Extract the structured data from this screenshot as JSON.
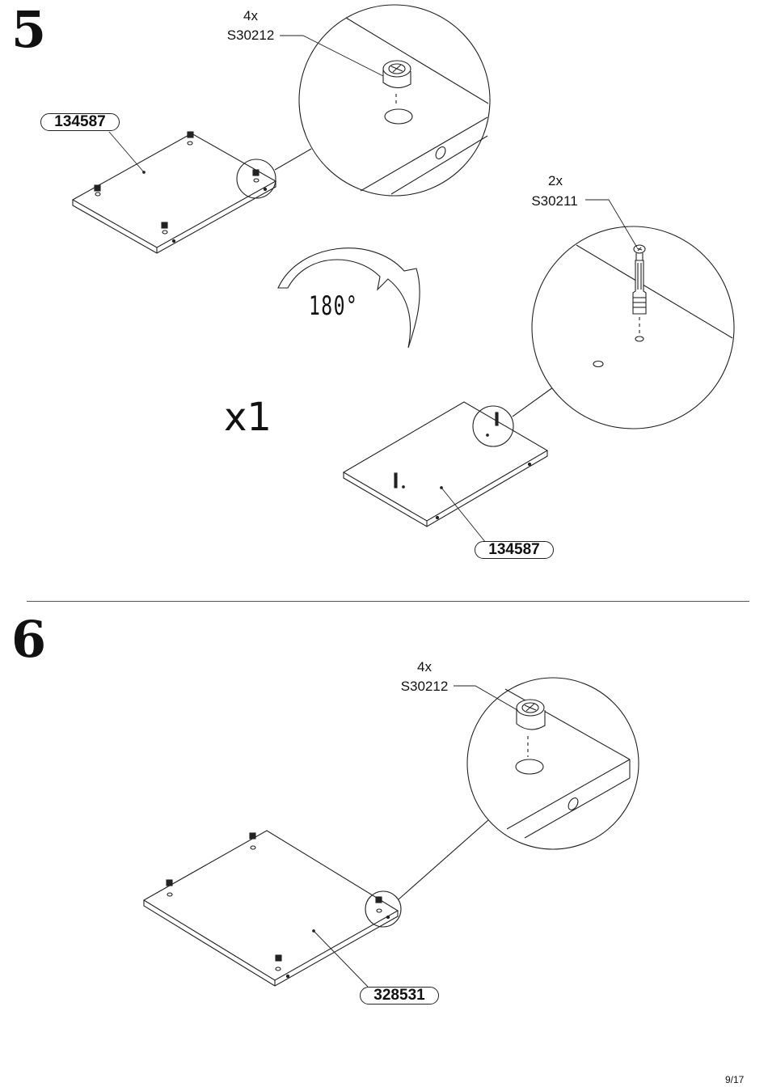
{
  "steps": [
    {
      "number": "5",
      "callout_top": {
        "qty": "4x",
        "code": "S30212"
      },
      "callout_right": {
        "qty": "2x",
        "code": "S30211"
      },
      "part_label_top": "134587",
      "part_label_bottom": "134587",
      "rotation_label": "180°",
      "multiplier": "x1"
    },
    {
      "number": "6",
      "callout": {
        "qty": "4x",
        "code": "S30212"
      },
      "part_label": "328531"
    }
  ],
  "page_number": "9/17"
}
